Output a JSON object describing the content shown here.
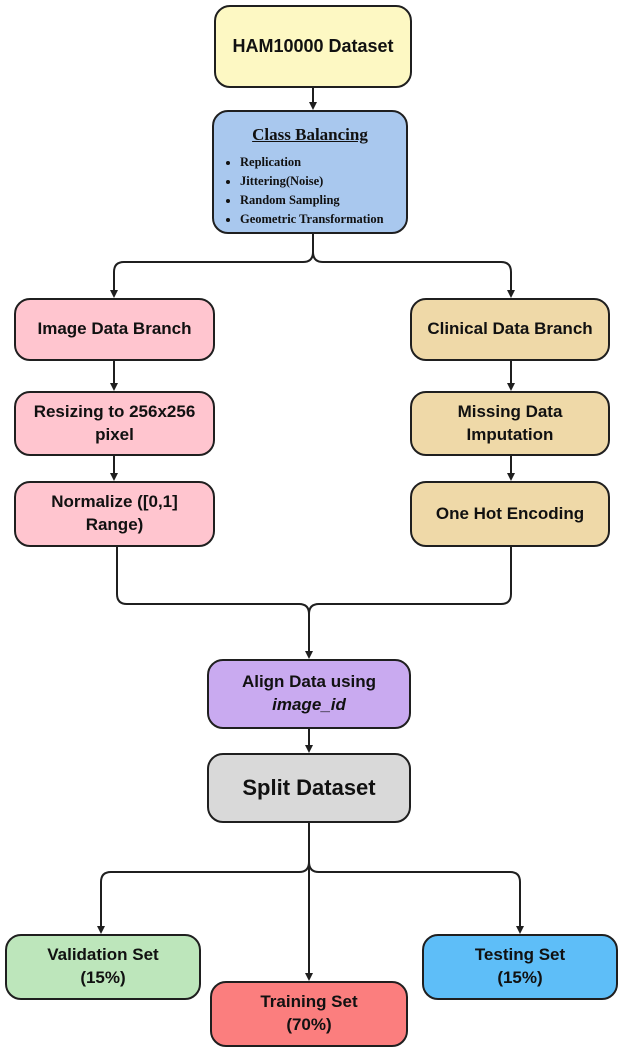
{
  "dataset": "HAM10000 Dataset",
  "class_balancing": {
    "title": "Class Balancing",
    "items": [
      "Replication",
      "Jittering(Noise)",
      "Random Sampling",
      "Geometric Transformation"
    ]
  },
  "image_branch": {
    "title": "Image Data Branch",
    "resize": [
      "Resizing to 256x256",
      "pixel"
    ],
    "normalize": [
      "Normalize ([0,1]",
      "Range)"
    ]
  },
  "clinical_branch": {
    "title": "Clinical Data Branch",
    "imputation": [
      "Missing Data",
      "Imputation"
    ],
    "encoding": "One Hot Encoding"
  },
  "align": {
    "line1": "Align Data using",
    "line2": "image_id"
  },
  "split": "Split Dataset",
  "sets": {
    "validation": {
      "name": "Validation Set",
      "pct": "(15%)"
    },
    "training": {
      "name": "Training Set",
      "pct": "(70%)"
    },
    "testing": {
      "name": "Testing Set",
      "pct": "(15%)"
    }
  },
  "colors": {
    "dataset": "#fdf8c3",
    "class_balancing": "#a9c8ee",
    "image_branch": "#ffc5cf",
    "clinical_branch": "#efd9a8",
    "align": "#c9aaf0",
    "split": "#d9d9d9",
    "validation": "#bde6bb",
    "training": "#fb7e7e",
    "testing": "#5ebef8"
  }
}
